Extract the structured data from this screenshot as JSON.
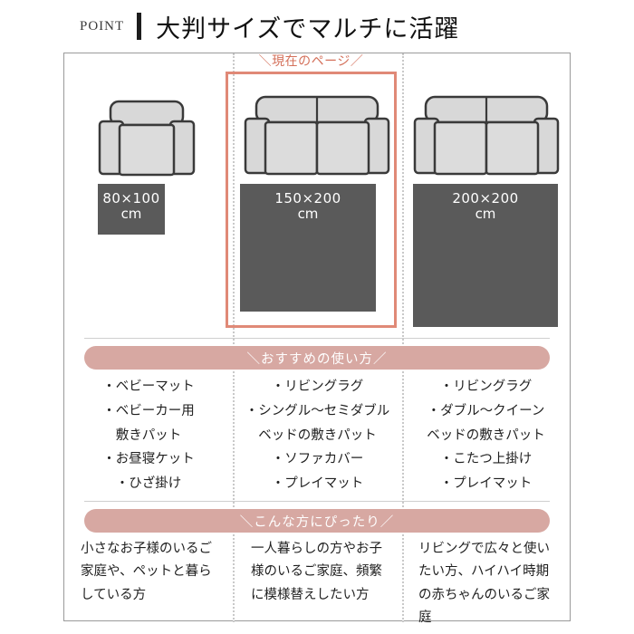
{
  "header": {
    "point_label": "POINT",
    "title": "大判サイズでマルチに活躍"
  },
  "current_page_badge": "＼現在のページ／",
  "colors": {
    "accent_salmon": "#e08977",
    "badge_text": "#d4705a",
    "band_pink": "#d7a8a2",
    "rug_gray": "#5a5a5a",
    "sofa_fill": "#d8d8d8",
    "sofa_outline": "#3a3a3a",
    "frame_border": "#9a9a9a",
    "divider_dotted": "#c9c9c9"
  },
  "sections": {
    "usage_band": "＼おすすめの使い方／",
    "audience_band": "＼こんな方にぴったり／"
  },
  "columns": [
    {
      "id": "size-80x100",
      "size_dim": "80×100",
      "size_unit": "cm",
      "sofa_seats": 1,
      "is_current": false,
      "usage": [
        "・ベビーマット",
        "・ベビーカー用",
        "敷きパット",
        "・お昼寝ケット",
        "・ひざ掛け"
      ],
      "audience": "小さなお子様のいるご家庭や、ペットと暮らしている方"
    },
    {
      "id": "size-150x200",
      "size_dim": "150×200",
      "size_unit": "cm",
      "sofa_seats": 2,
      "is_current": true,
      "usage": [
        "・リビングラグ",
        "・シングル〜セミダブル",
        "ベッドの敷きパット",
        "・ソファカバー",
        "・プレイマット"
      ],
      "audience": "一人暮らしの方やお子様のいるご家庭、頻繁に模様替えしたい方"
    },
    {
      "id": "size-200x200",
      "size_dim": "200×200",
      "size_unit": "cm",
      "sofa_seats": 2,
      "is_current": false,
      "usage": [
        "・リビングラグ",
        "・ダブル〜クイーン",
        "ベッドの敷きパット",
        "・こたつ上掛け",
        "・プレイマット"
      ],
      "audience": "リビングで広々と使いたい方、ハイハイ時期の赤ちゃんのいるご家庭"
    }
  ]
}
